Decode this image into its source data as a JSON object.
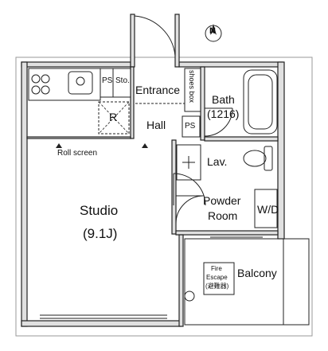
{
  "north_label": "N",
  "rooms": {
    "studio": "Studio",
    "studio_size": "(9.1J)",
    "entrance": "Entrance",
    "hall": "Hall",
    "bath": "Bath",
    "bath_size": "(1216)",
    "lav": "Lav.",
    "powder_room_line1": "Powder",
    "powder_room_line2": "Room",
    "balcony": "Balcony"
  },
  "fixtures": {
    "ps_upper": "PS",
    "storage": "Sto.",
    "refrigerator": "R",
    "shoes_box": "shoes box",
    "ps_hall": "PS",
    "roll_screen": "Roll screen",
    "washer_dryer": "W/D",
    "fire_escape_line1": "Fire",
    "fire_escape_line2": "Escape",
    "fire_escape_line3": "(避難器)"
  }
}
